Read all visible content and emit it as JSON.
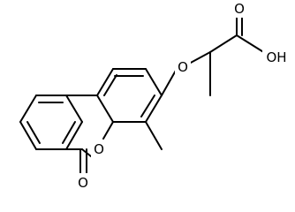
{
  "molecule": {
    "atom_labels": {
      "ring_oxygen": "O",
      "ether_oxygen": "O",
      "carbonyl_oxygen_lactone": "O",
      "carbonyl_oxygen_acid": "O",
      "hydroxyl": "OH"
    }
  },
  "colors": {
    "bond": "#000000",
    "background": "#ffffff"
  }
}
